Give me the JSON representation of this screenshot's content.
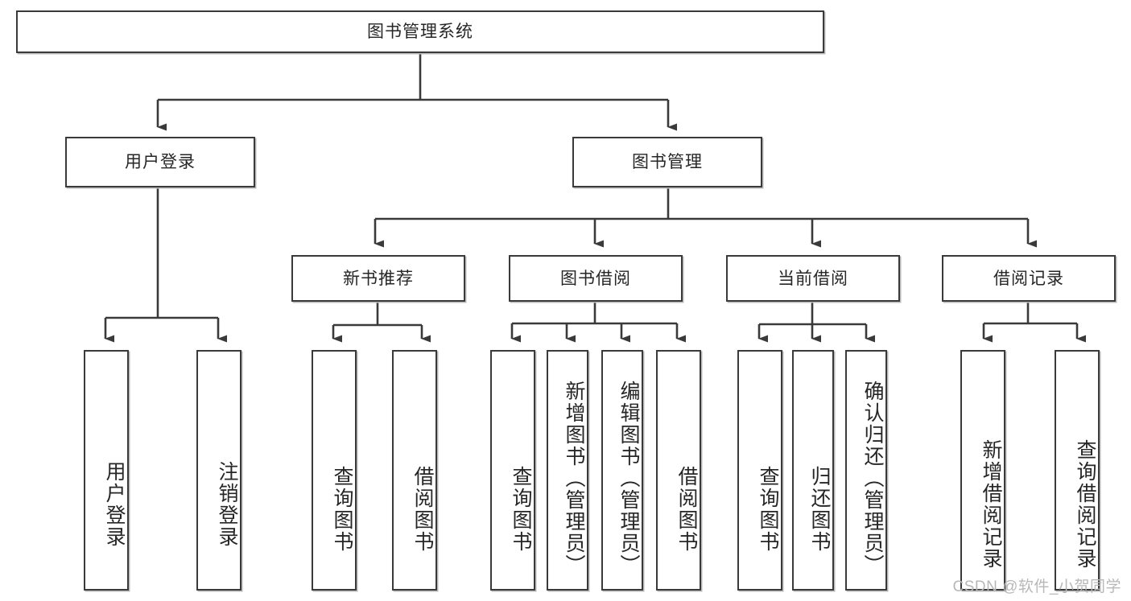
{
  "diagram": {
    "type": "tree",
    "title": "图书管理系统",
    "orientation": "top-down",
    "colors": {
      "box_border": "#3a3a3a",
      "box_fill": "#ffffff",
      "line": "#3a3a3a",
      "text": "#262626",
      "watermark": "#b8b8b8"
    },
    "root": {
      "label": "图书管理系统"
    },
    "level2": [
      {
        "label": "用户登录"
      },
      {
        "label": "图书管理"
      }
    ],
    "level3": [
      {
        "label": "新书推荐"
      },
      {
        "label": "图书借阅"
      },
      {
        "label": "当前借阅"
      },
      {
        "label": "借阅记录"
      }
    ],
    "leaves": {
      "user_login": [
        {
          "label": "用户登录"
        },
        {
          "label": "注销登录"
        }
      ],
      "new_book": [
        {
          "label": "查询图书"
        },
        {
          "label": "借阅图书"
        }
      ],
      "book_borrow": [
        {
          "label": "查询图书"
        },
        {
          "label": "新增图书（管理员）"
        },
        {
          "label": "编辑图书（管理员）"
        },
        {
          "label": "借阅图书"
        }
      ],
      "current_borrow": [
        {
          "label": "查询图书"
        },
        {
          "label": "归还图书"
        },
        {
          "label": "确认归还（管理员）"
        }
      ],
      "borrow_record": [
        {
          "label": "新增借阅记录"
        },
        {
          "label": "查询借阅记录"
        }
      ]
    }
  },
  "watermark": {
    "text": "CSDN @软件_小贺同学"
  }
}
